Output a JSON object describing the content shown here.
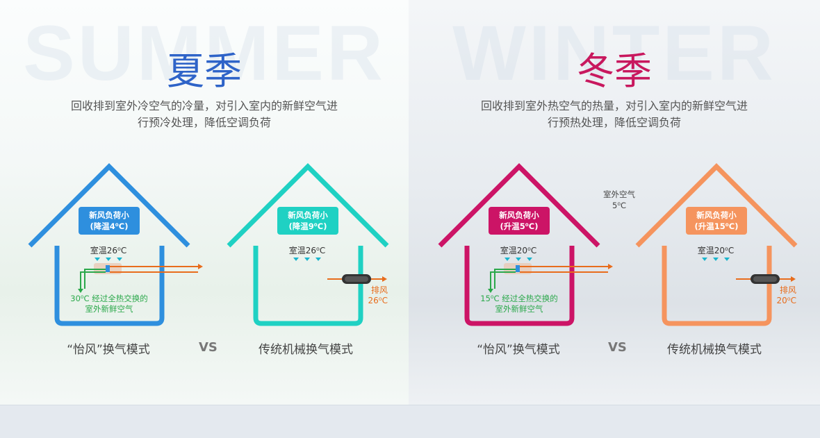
{
  "summer": {
    "watermark": "SUMMER",
    "title": "夏季",
    "desc_line1": "回收排到室外冷空气的冷量，对引入室内的新鲜空气进",
    "desc_line2": "行预冷处理，降低空调负荷",
    "left_house": {
      "color": "#2e8fde",
      "badge_line1": "新风负荷小",
      "badge_line2": "(降温4⁰C)",
      "room_temp": "室温26⁰C",
      "exchange_line1": "30⁰C 经过全热交换的",
      "exchange_line2": "室外新鲜空气",
      "mode": "“怡风”换气模式"
    },
    "vs": "VS",
    "right_house": {
      "color": "#1fd1c3",
      "badge_line1": "新风负荷小",
      "badge_line2": "(降温9⁰C)",
      "room_temp": "室温26⁰C",
      "exhaust_line1": "排风",
      "exhaust_line2": "26⁰C",
      "mode": "传统机械换气模式"
    }
  },
  "winter": {
    "watermark": "WINTER",
    "title": "冬季",
    "desc_line1": "回收排到室外热空气的热量，对引入室内的新鲜空气进",
    "desc_line2": "行预热处理，降低空调负荷",
    "outdoor_line1": "室外空气",
    "outdoor_line2": "5⁰C",
    "left_house": {
      "color": "#cc1466",
      "badge_line1": "新风负荷小",
      "badge_line2": "(升温5⁰C)",
      "room_temp": "室温20⁰C",
      "exchange_line1": "15⁰C 经过全热交换的",
      "exchange_line2": "室外新鲜空气",
      "mode": "“怡风”换气模式"
    },
    "vs": "VS",
    "right_house": {
      "color": "#f5945e",
      "badge_line1": "新风负荷小",
      "badge_line2": "(升温15⁰C)",
      "room_temp": "室温20⁰C",
      "exhaust_line1": "排风",
      "exhaust_line2": "20⁰C",
      "mode": "传统机械换气模式"
    }
  },
  "colors": {
    "exhaust_arrow": "#e86c1c",
    "fresh_air": "#2aa84a",
    "vent_triangle": "#1ab5cc"
  }
}
